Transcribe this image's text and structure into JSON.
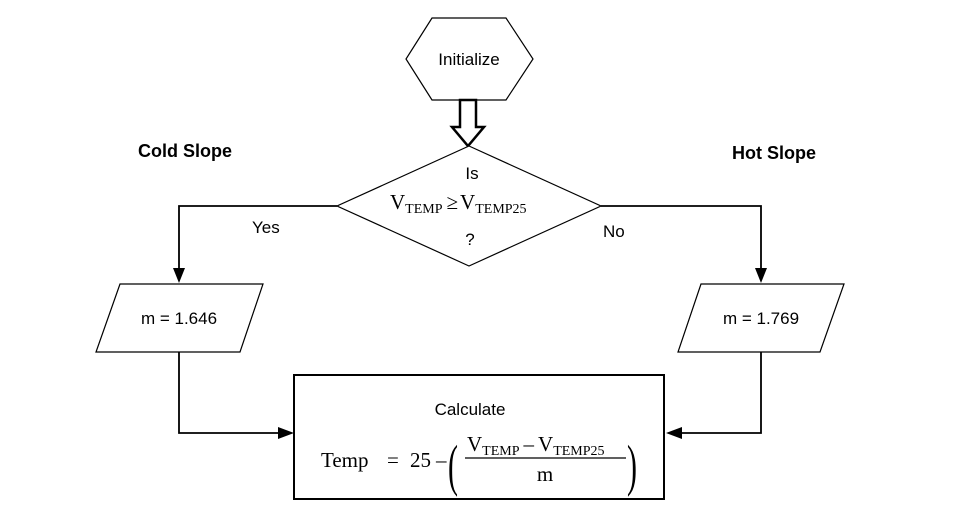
{
  "start": {
    "label": "Initialize"
  },
  "decision": {
    "line1": "Is",
    "v1_main": "V",
    "v1_sub": "TEMP",
    "operator": "≥",
    "v2_main": "V",
    "v2_sub": "TEMP25",
    "line3": "?"
  },
  "branches": {
    "cold_title": "Cold Slope",
    "hot_title": "Hot Slope",
    "yes_label": "Yes",
    "no_label": "No"
  },
  "inputs": {
    "cold": "m = 1.646",
    "hot": "m = 1.769"
  },
  "calculate": {
    "title": "Calculate",
    "lhs": "Temp",
    "equals": "=",
    "constant": "25",
    "minus": "–",
    "paren_open": "(",
    "paren_close": ")",
    "num_v1": "V",
    "num_v1_sub": "TEMP",
    "num_minus": "–",
    "num_v2": "V",
    "num_v2_sub": "TEMP25",
    "denominator": "m"
  }
}
